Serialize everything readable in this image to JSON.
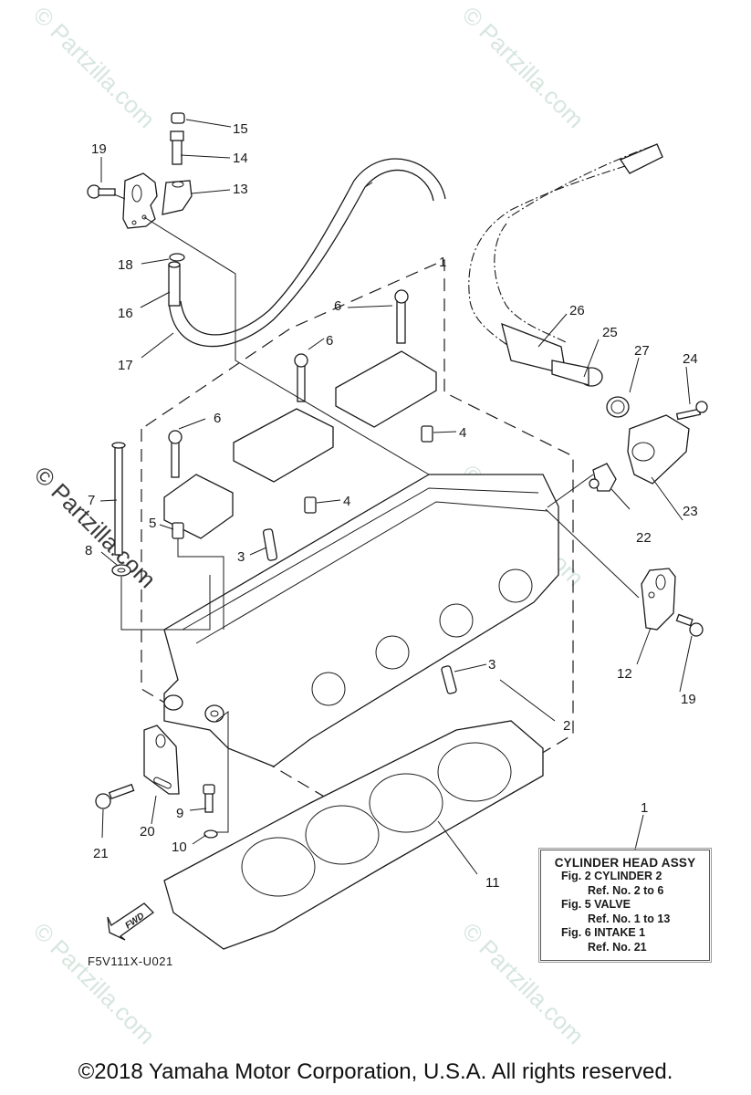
{
  "diagram": {
    "title": "Cylinder Head",
    "code": "F5V111X-U021",
    "direction_label": "FWD",
    "copyright": "©2018 Yamaha Motor Corporation, U.S.A. All rights reserved.",
    "watermark": "© Partzilla.com",
    "callouts": [
      {
        "ref": "1"
      },
      {
        "ref": "2"
      },
      {
        "ref": "3"
      },
      {
        "ref": "3"
      },
      {
        "ref": "4"
      },
      {
        "ref": "4"
      },
      {
        "ref": "5"
      },
      {
        "ref": "6"
      },
      {
        "ref": "6"
      },
      {
        "ref": "6"
      },
      {
        "ref": "7"
      },
      {
        "ref": "8"
      },
      {
        "ref": "9"
      },
      {
        "ref": "10"
      },
      {
        "ref": "11"
      },
      {
        "ref": "12"
      },
      {
        "ref": "13"
      },
      {
        "ref": "14"
      },
      {
        "ref": "15"
      },
      {
        "ref": "16"
      },
      {
        "ref": "17"
      },
      {
        "ref": "18"
      },
      {
        "ref": "19"
      },
      {
        "ref": "19"
      },
      {
        "ref": "20"
      },
      {
        "ref": "21"
      },
      {
        "ref": "22"
      },
      {
        "ref": "23"
      },
      {
        "ref": "24"
      },
      {
        "ref": "25"
      },
      {
        "ref": "26"
      },
      {
        "ref": "27"
      },
      {
        "ref": "1"
      }
    ],
    "reference_box": {
      "title": "CYLINDER HEAD ASSY",
      "rows": [
        {
          "kind": "fig",
          "text": "Fig.  2 CYLINDER 2"
        },
        {
          "kind": "ref",
          "text": "Ref. No. 2 to 6"
        },
        {
          "kind": "fig",
          "text": "Fig.  5 VALVE"
        },
        {
          "kind": "ref",
          "text": "Ref. No. 1 to 13"
        },
        {
          "kind": "fig",
          "text": "Fig.  6 INTAKE 1"
        },
        {
          "kind": "ref",
          "text": "Ref. No. 21"
        }
      ]
    }
  }
}
